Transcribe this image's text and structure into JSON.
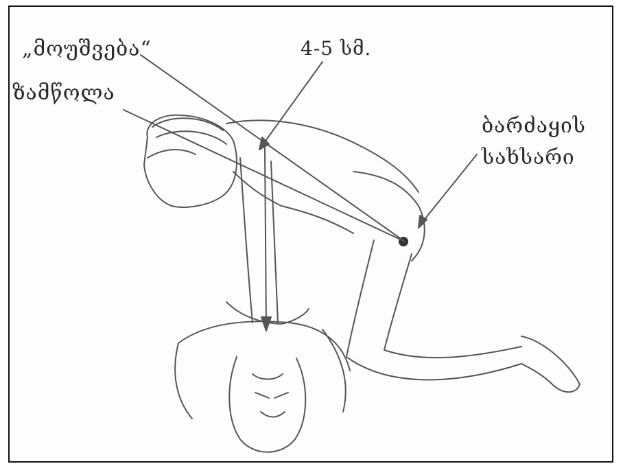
{
  "labels": {
    "shoulder": "„მოუშვება“",
    "depth": "4-5 სმ.",
    "lever": "ზამწოლა",
    "hip_line1": "ბარძაყის",
    "hip_line2": "სახსარი"
  },
  "colors": {
    "ink": "#2a2a2a",
    "line": "#555555",
    "frame": "#111111"
  }
}
